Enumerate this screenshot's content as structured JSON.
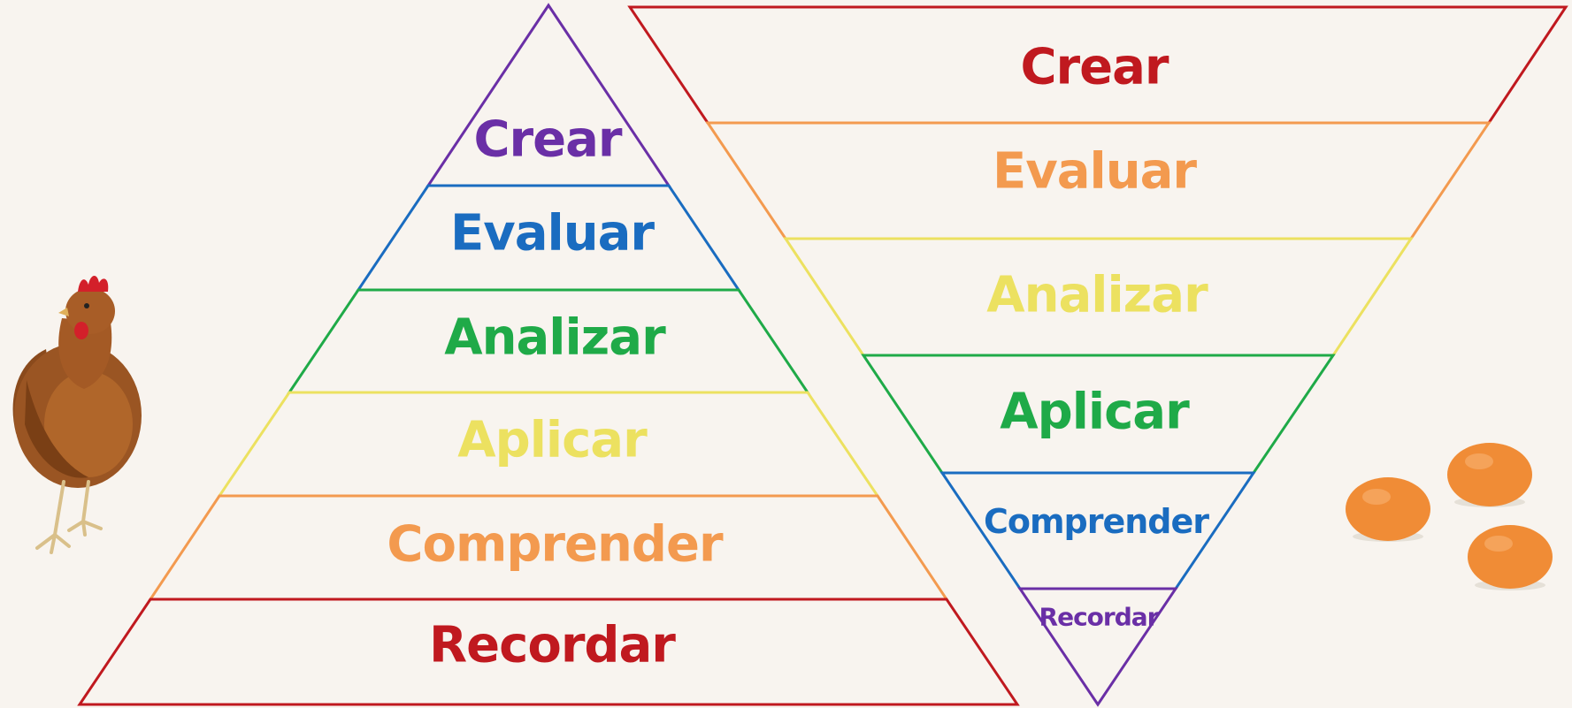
{
  "colors": {
    "background": "#f8f4ef",
    "red": "#c0191f",
    "orange": "#f39a4f",
    "yellow": "#ece160",
    "green": "#1faa48",
    "blue": "#1a6cc0",
    "purple": "#6a2fa6"
  },
  "left_pyramid": {
    "levels": [
      {
        "label": "Crear",
        "color": "#6a2fa6"
      },
      {
        "label": "Evaluar",
        "color": "#1a6cc0"
      },
      {
        "label": "Analizar",
        "color": "#1faa48"
      },
      {
        "label": "Aplicar",
        "color": "#ece160"
      },
      {
        "label": "Comprender",
        "color": "#f39a4f"
      },
      {
        "label": "Recordar",
        "color": "#c0191f"
      }
    ]
  },
  "right_pyramid": {
    "levels": [
      {
        "label": "Crear",
        "color": "#c0191f"
      },
      {
        "label": "Evaluar",
        "color": "#f39a4f"
      },
      {
        "label": "Analizar",
        "color": "#ece160"
      },
      {
        "label": "Aplicar",
        "color": "#1faa48"
      },
      {
        "label": "Comprender",
        "color": "#1a6cc0"
      },
      {
        "label": "Recordar",
        "color": "#6a2fa6"
      }
    ]
  },
  "decorations": {
    "left_image": "hen-illustration",
    "right_image": "eggs-illustration",
    "egg_count": 3
  }
}
